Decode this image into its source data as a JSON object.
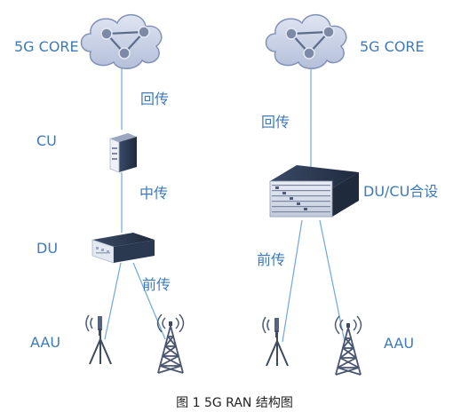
{
  "left": {
    "core_label": "5G CORE",
    "backhaul_label": "回传",
    "cu_label": "CU",
    "midhaul_label": "中传",
    "du_label": "DU",
    "fronthaul_label": "前传",
    "aau_label": "AAU"
  },
  "right": {
    "core_label": "5G CORE",
    "backhaul_label": "回传",
    "ducu_label": "DU/CU合设",
    "fronthaul_label": "前传",
    "aau_label": "AAU"
  },
  "caption": "图 1    5G RAN 结构图",
  "colors": {
    "label": "#3d7ab8",
    "link": "#6fa8d8",
    "cloud_fill": "#c9d2e6",
    "cloud_stroke": "#8391b8"
  },
  "icons": [
    "cloud-router-icon",
    "server-icon",
    "du-chassis-icon",
    "bbu-chassis-icon",
    "antenna-tripod-icon",
    "tower-icon"
  ]
}
